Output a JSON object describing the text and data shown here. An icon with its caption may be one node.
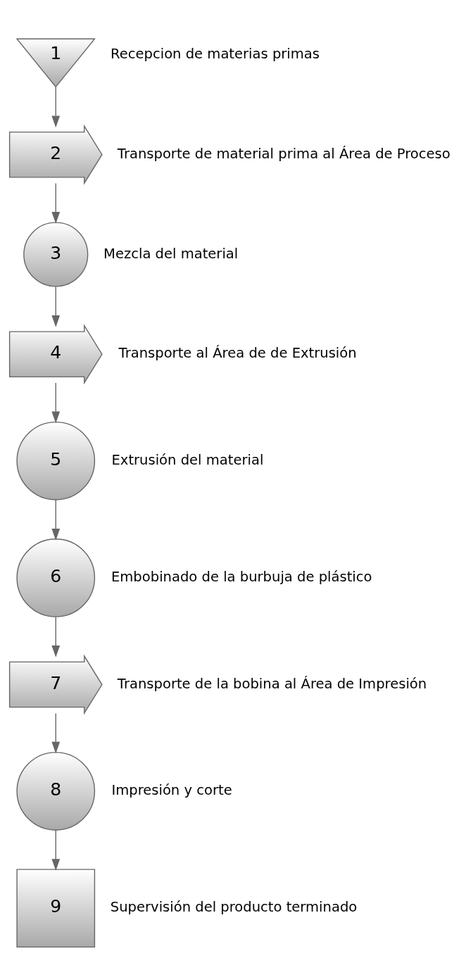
{
  "diagram": {
    "nodes": [
      {
        "text": [
          "1"
        ],
        "beside": [
          "Recepcion de materias primas"
        ]
      },
      {
        "text": [
          "2"
        ],
        "beside": [
          "Transporte de material prima al Área de Proceso"
        ]
      },
      {
        "text": [
          "3"
        ],
        "beside": [
          "Mezcla del material"
        ]
      },
      {
        "text": [
          "4"
        ],
        "beside": [
          "Transporte al Área de de Extrusión"
        ]
      },
      {
        "text": [
          "5"
        ],
        "beside": [
          "Extrusión del material"
        ]
      },
      {
        "text": [
          "6"
        ],
        "beside": [
          "Embobinado de la burbuja de plástico"
        ]
      },
      {
        "text": [
          "7"
        ],
        "beside": [
          "Transporte de la bobina al Área de Impresión"
        ]
      },
      {
        "text": [
          "8"
        ],
        "beside": [
          "Impresión y corte"
        ]
      },
      {
        "text": [
          "9"
        ],
        "beside": [
          "Supervisión del producto terminado"
        ]
      }
    ],
    "edges": [
      {
        "from": 0,
        "to": 1,
        "arrow": "to"
      },
      {
        "from": 1,
        "to": 2,
        "arrow": "to"
      },
      {
        "from": 2,
        "to": 3,
        "arrow": "to"
      },
      {
        "from": 3,
        "to": 4,
        "arrow": "to"
      },
      {
        "from": 4,
        "to": 5,
        "arrow": "to"
      },
      {
        "from": 5,
        "to": 6,
        "arrow": "to"
      },
      {
        "from": 6,
        "to": 7,
        "arrow": "to"
      },
      {
        "from": 7,
        "to": 8,
        "arrow": "to"
      }
    ]
  }
}
